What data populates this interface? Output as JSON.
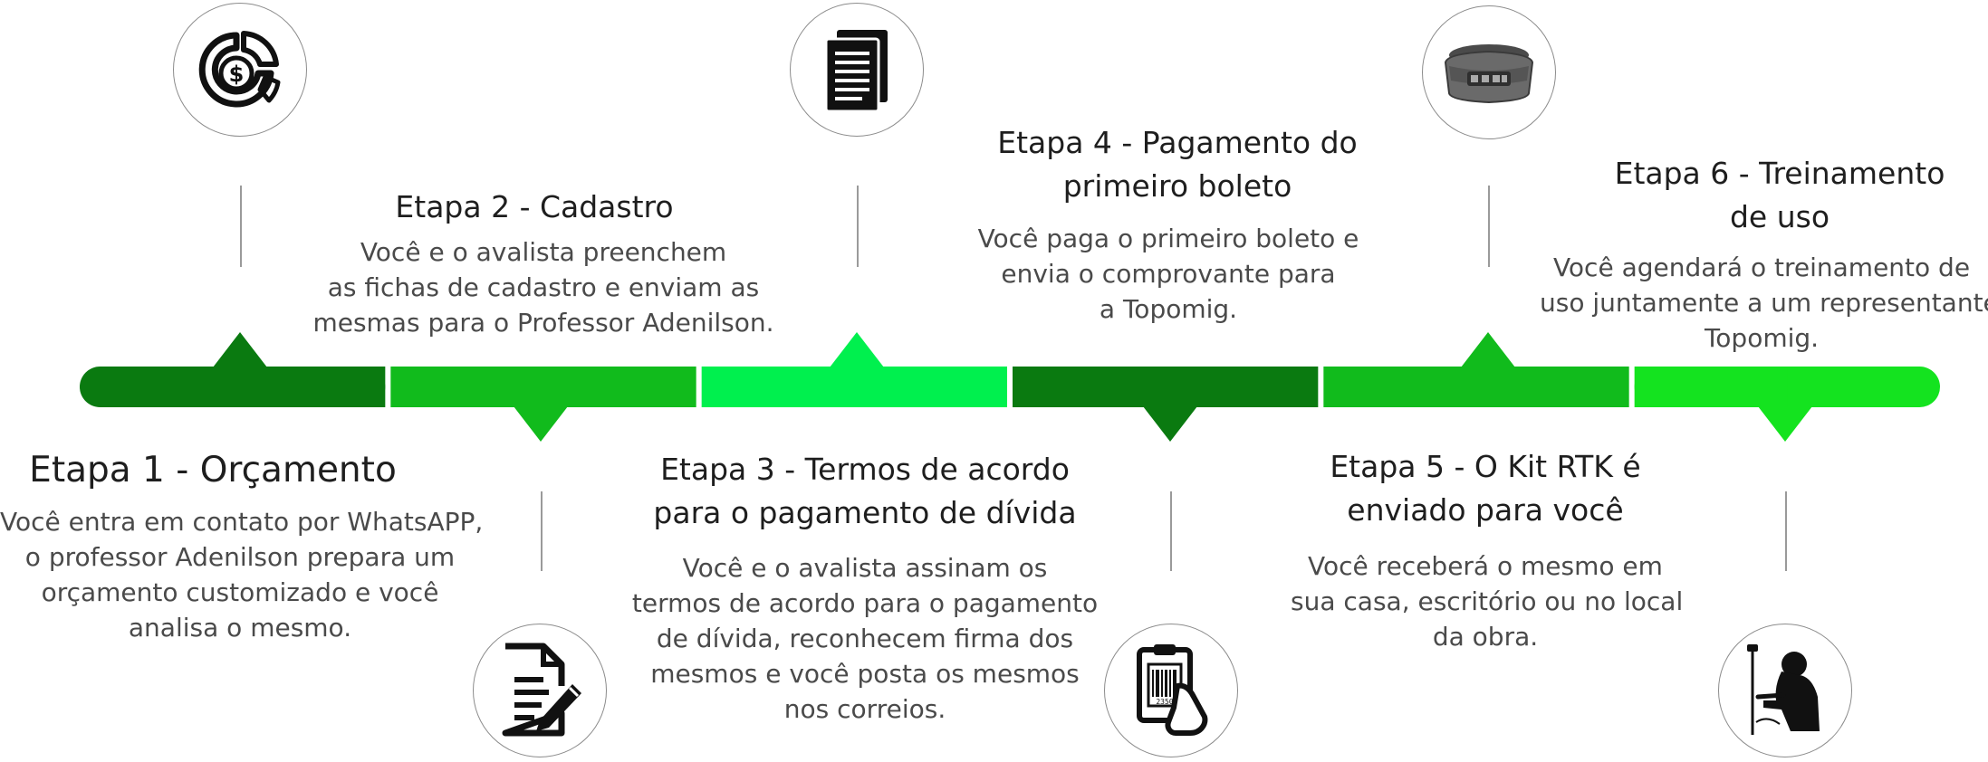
{
  "colors": {
    "dark_green": "#0a7a10",
    "mid_green": "#11bb1c",
    "bright_green": "#00f04e",
    "light_green": "#14e31f",
    "stem": "#9a9a9a",
    "circle_border": "#8c8c8c"
  },
  "steps": [
    {
      "title_lines": [
        "Etapa 1 - Orçamento"
      ],
      "text_lines": [
        "Você entra em contato por WhatsAPP,",
        "o professor Adenilson prepara um",
        "orçamento customizado e você",
        "analisa o mesmo."
      ],
      "icon": "money-chart-icon",
      "color": "#0a7a10"
    },
    {
      "title_lines": [
        "Etapa 2 - Cadastro"
      ],
      "text_lines": [
        "Você e o avalista preenchem",
        "as fichas de cadastro e enviam as",
        "mesmas para o Professor Adenilson."
      ],
      "icon": "document-edit-icon",
      "color": "#11bb1c"
    },
    {
      "title_lines": [
        "Etapa 3 - Termos de acordo",
        "para o pagamento de dívida"
      ],
      "text_lines": [
        "Você e o avalista assinam os",
        "termos de acordo para o pagamento",
        "de dívida, reconhecem firma dos",
        "mesmos e você posta os mesmos",
        "nos correios."
      ],
      "icon": "documents-icon",
      "color": "#00f04e"
    },
    {
      "title_lines": [
        "Etapa 4 - Pagamento do",
        "primeiro boleto"
      ],
      "text_lines": [
        "Você paga o primeiro boleto e",
        "envia o comprovante para",
        "a Topomig."
      ],
      "icon": "barcode-payment-icon",
      "color": "#0a7a10"
    },
    {
      "title_lines": [
        "Etapa 5 - O Kit RTK é",
        "enviado para você"
      ],
      "text_lines": [
        "Você receberá o mesmo em",
        "sua casa, escritório ou no local",
        "da obra."
      ],
      "icon": "gnss-receiver-icon",
      "color": "#11bb1c"
    },
    {
      "title_lines": [
        "Etapa 6 - Treinamento",
        "de uso"
      ],
      "text_lines": [
        "Você agendará o treinamento de",
        "uso juntamente a um representante",
        "Topomig."
      ],
      "icon": "surveyor-icon",
      "color": "#14e31f"
    }
  ]
}
